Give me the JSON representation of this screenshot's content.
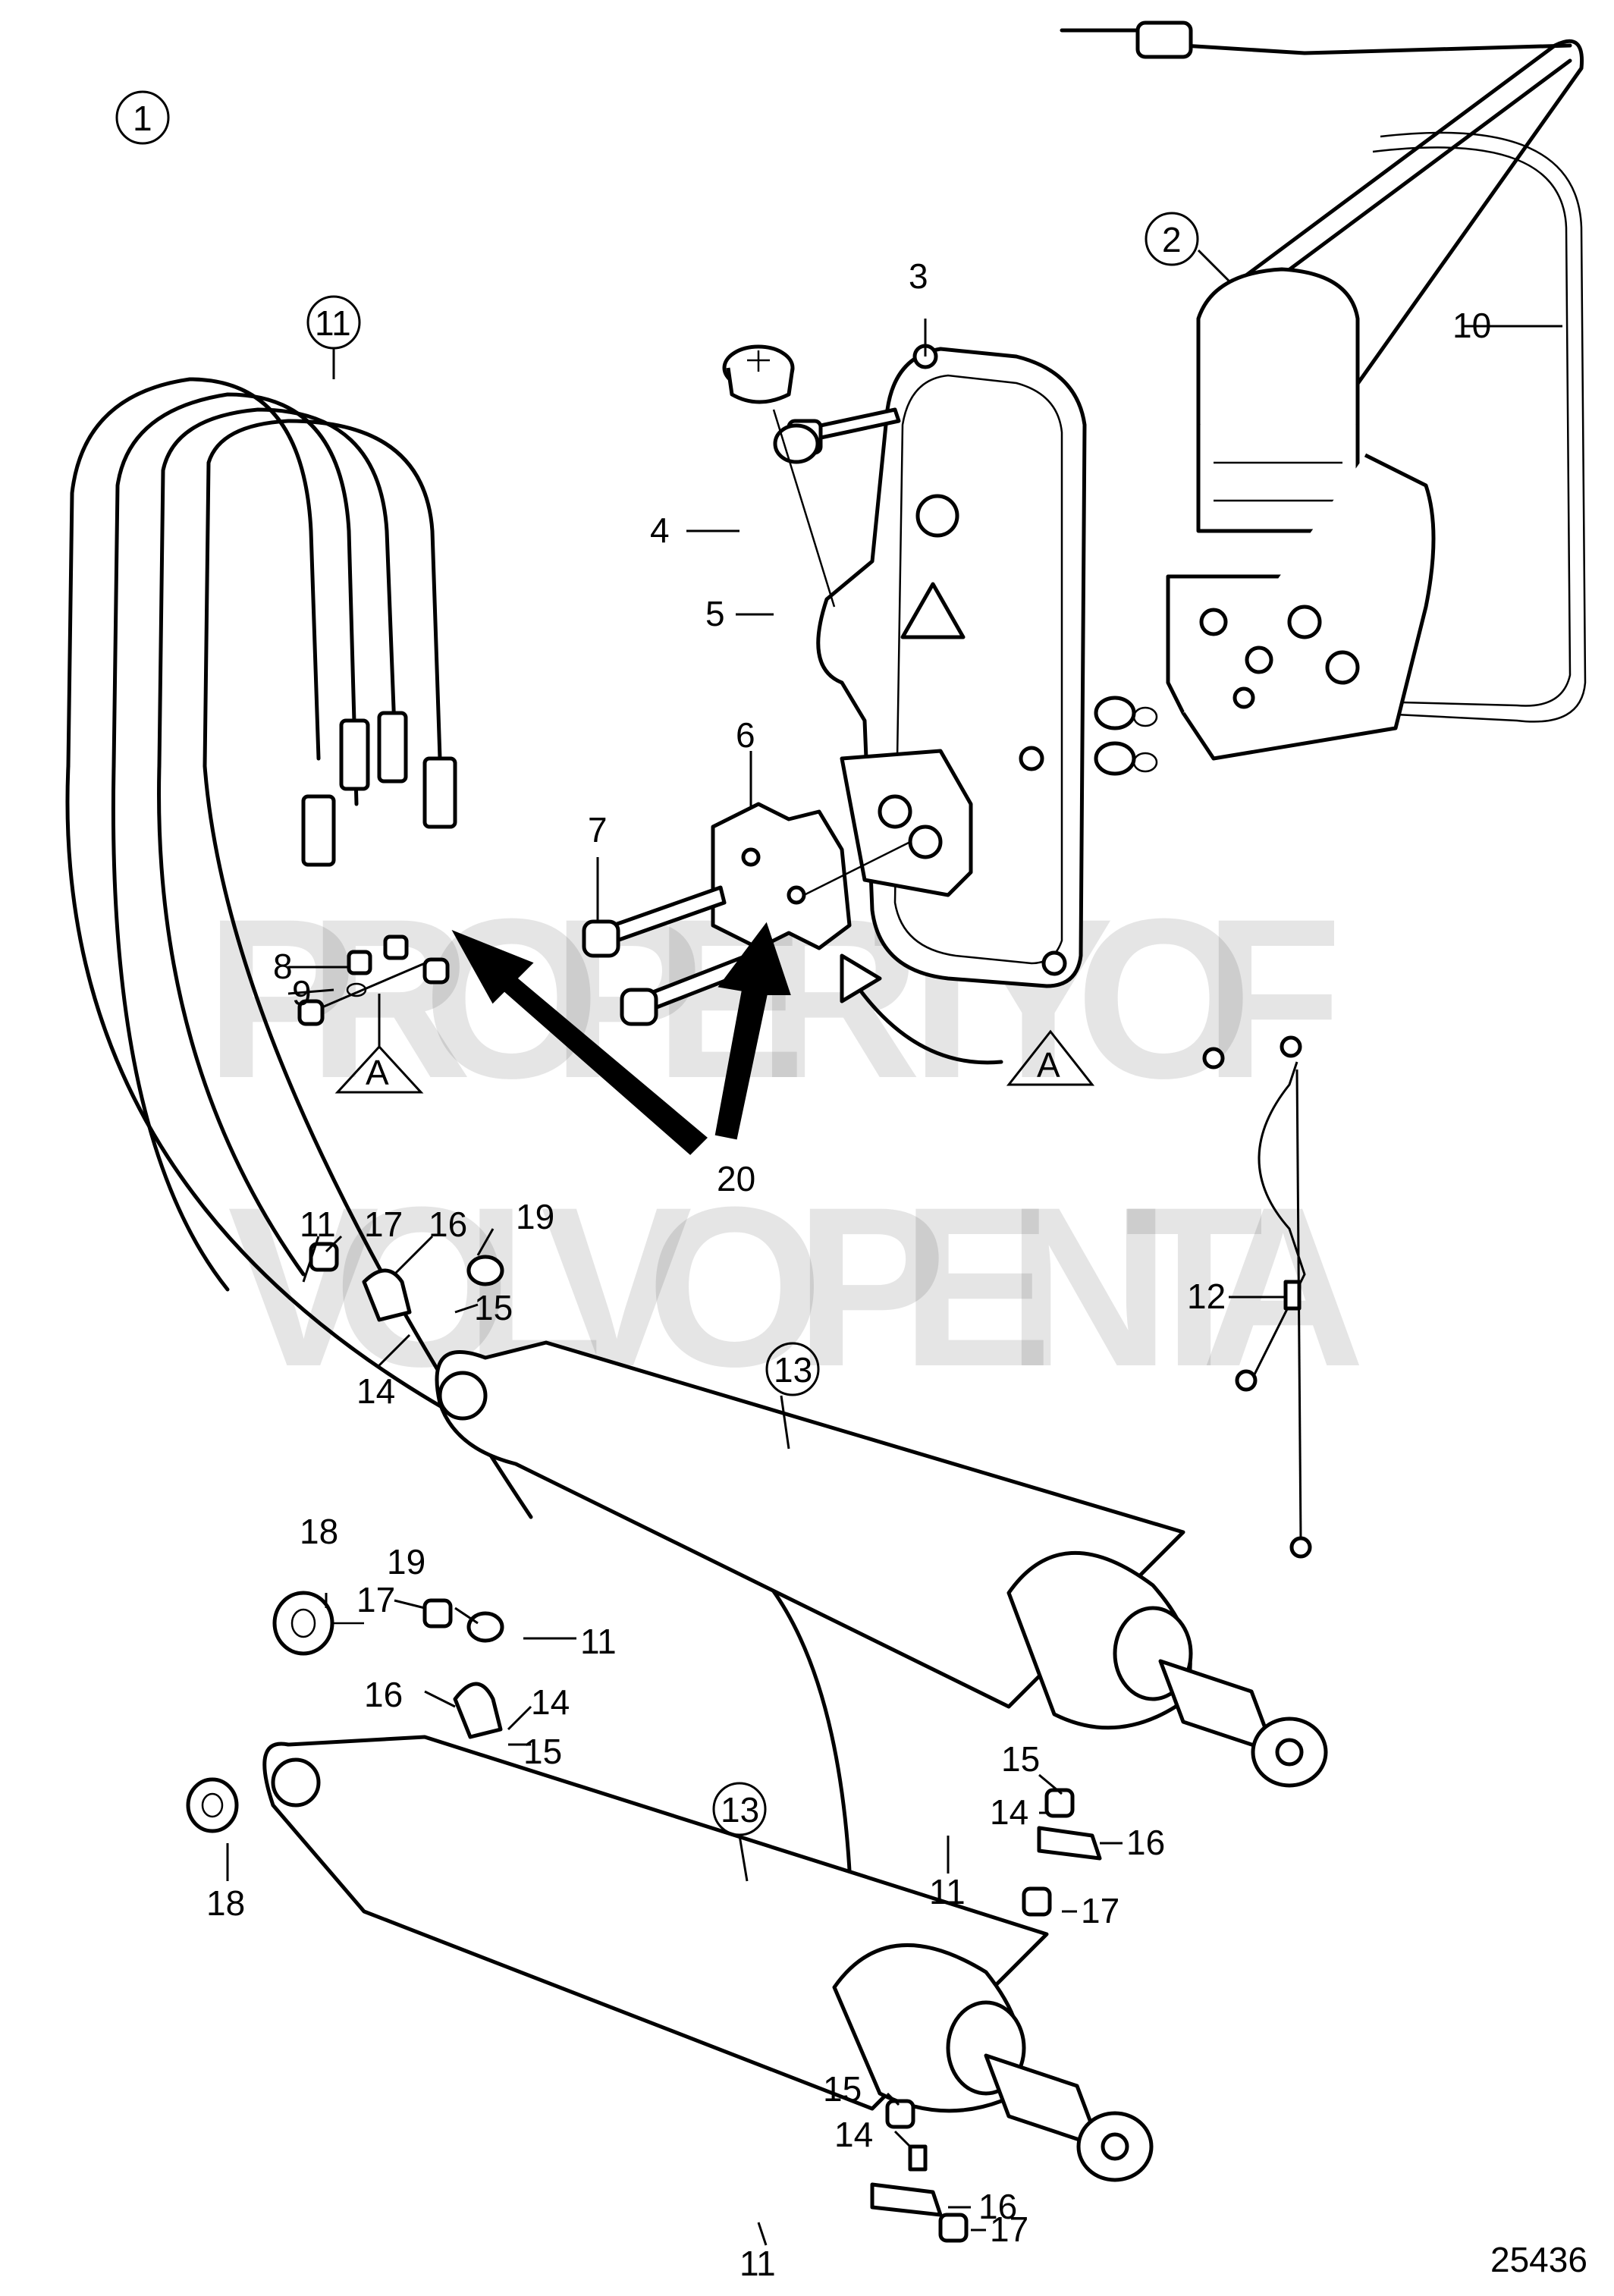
{
  "drawing_number": "25436",
  "watermark": {
    "line1": "PROPERTY OF",
    "line2": "VOLVO PENTA"
  },
  "detail_marker": "A",
  "callouts": {
    "c1": "1",
    "c2": "2",
    "c3": "3",
    "c4": "4",
    "c5": "5",
    "c6": "6",
    "c7": "7",
    "c8": "8",
    "c9": "9",
    "c10": "10",
    "c11_circ": "11",
    "c11_a": "11",
    "c11_b": "11",
    "c11_c": "11",
    "c11_d": "11",
    "c12": "12",
    "c13_a": "13",
    "c13_b": "13",
    "c14_a": "14",
    "c14_b": "14",
    "c14_c": "14",
    "c14_d": "14",
    "c15_a": "15",
    "c15_b": "15",
    "c15_c": "15",
    "c15_d": "15",
    "c16_a": "16",
    "c16_b": "16",
    "c16_c": "16",
    "c16_d": "16",
    "c17_a": "17",
    "c17_b": "17",
    "c17_c": "17",
    "c17_d": "17",
    "c18_a": "18",
    "c18_b": "18",
    "c19_a": "19",
    "c19_b": "19",
    "c20": "20"
  }
}
